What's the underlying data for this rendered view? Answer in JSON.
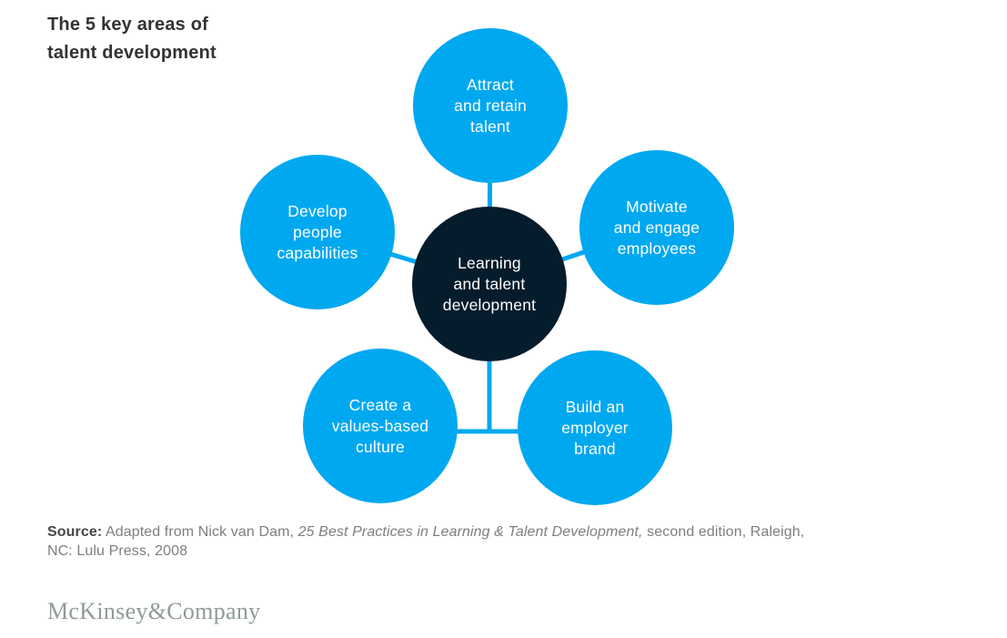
{
  "title": {
    "line1": "The 5 key areas of",
    "line2": "talent development"
  },
  "diagram": {
    "center": {
      "id": "learning-and-talent-development",
      "label": "Learning\nand talent\ndevelopment"
    },
    "nodes": [
      {
        "id": "attract-and-retain-talent",
        "position": "top",
        "label": "Attract\nand retain\ntalent"
      },
      {
        "id": "motivate-and-engage-employees",
        "position": "right",
        "label": "Motivate\nand engage\nemployees"
      },
      {
        "id": "build-an-employer-brand",
        "position": "bottom-right",
        "label": "Build an\nemployer\nbrand"
      },
      {
        "id": "create-a-values-based-culture",
        "position": "bottom-left",
        "label": "Create a\nvalues-based\nculture"
      },
      {
        "id": "develop-people-capabilities",
        "position": "left",
        "label": "Develop\npeople\ncapabilities"
      }
    ],
    "colors": {
      "node_fill": "#00A8F0",
      "center_fill": "#051C2C",
      "connector": "#00A8F0",
      "node_text": "#FFFFFF"
    }
  },
  "source": {
    "label": "Source:",
    "text_before_title": " Adapted from Nick van Dam, ",
    "book_title_italic": "25 Best Practices in Learning & Talent Development,",
    "text_after_title": " second edition, Raleigh,",
    "line2": "NC: Lulu Press, 2008"
  },
  "footer": {
    "logo_text": "McKinsey&Company"
  }
}
